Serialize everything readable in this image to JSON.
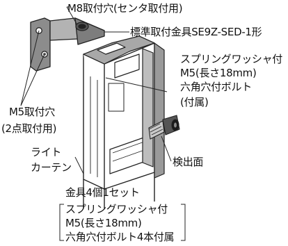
{
  "labels": {
    "m8_hole": "M8取付穴(センタ取付用)",
    "bracket": "標準取付金具SE9Z-SED-1形",
    "bolt_line1": "スプリングワッシャ付",
    "bolt_line2": "M5(長さ18mm)",
    "bolt_line3": "六角穴付ボルト",
    "bolt_included": "(付属)",
    "m5_hole": "M5取付穴",
    "two_point": "(2点取付用)",
    "detect_face": "検出面",
    "light_line1": "ライト",
    "light_line2": "カーテン",
    "set_title": "金具4個1セット",
    "set_line1": "スプリングワッシャ付",
    "set_line2": "M5(長さ18mm)",
    "set_line3": "六角穴付ボルト4本付属"
  }
}
